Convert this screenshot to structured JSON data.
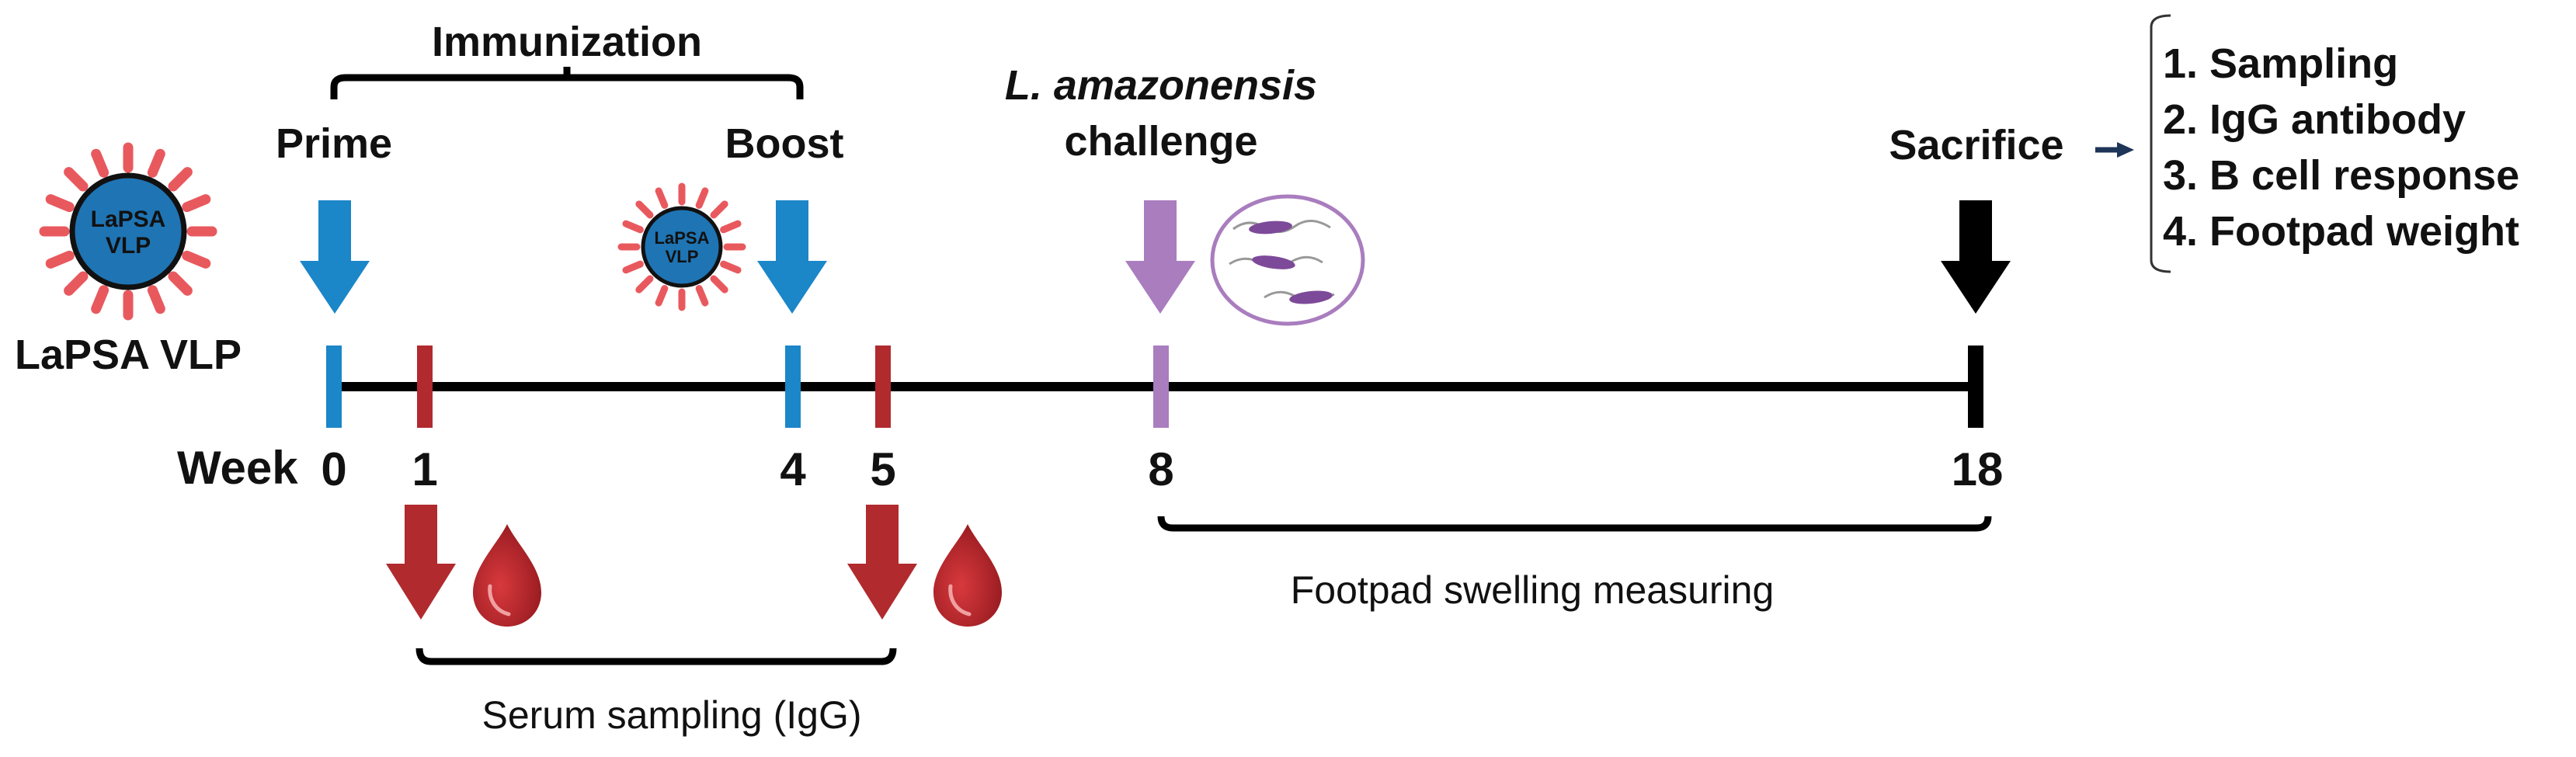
{
  "diagram": {
    "immunization_label": "Immunization",
    "prime_label": "Prime",
    "boost_label": "Boost",
    "challenge_label_italic": "L. amazonensis",
    "challenge_label": "challenge",
    "sacrifice_label": "Sacrifice",
    "vlp_caption": "LaPSA VLP",
    "vlp_icon_line1": "LaPSA",
    "vlp_icon_line2": "VLP",
    "week_label": "Week",
    "weeks": [
      "0",
      "1",
      "4",
      "5",
      "8",
      "18"
    ],
    "footpad_label": "Footpad swelling measuring",
    "serum_label": "Serum sampling (IgG)",
    "outcomes": [
      "1. Sampling",
      "2. IgG antibody",
      "3. B cell response",
      "4. Footpad weight"
    ],
    "colors": {
      "immunization_blue": "#1b86c8",
      "blood_red": "#b12a2e",
      "challenge_purple": "#a97dbe",
      "timeline_black": "#000000",
      "vlp_spike": "#e8595e",
      "vlp_core": "#1f74b4"
    }
  }
}
